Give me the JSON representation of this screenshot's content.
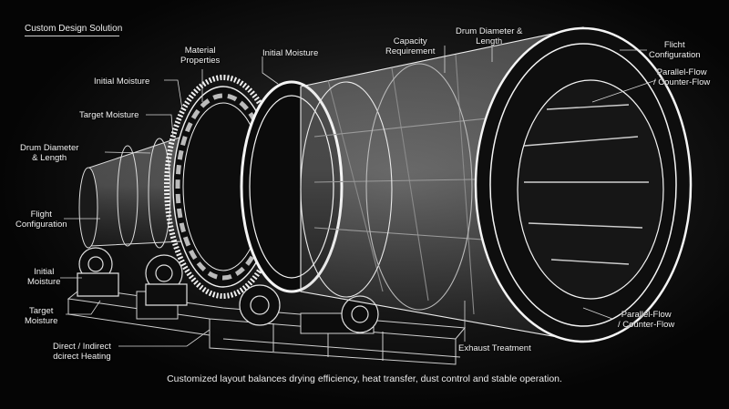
{
  "title": "Custom Design Solution",
  "caption": "Customized layout balances drying efficiency, heat transfer, dust control and stable operation.",
  "labels": {
    "material_properties": [
      "Material",
      "Properties"
    ],
    "initial_moisture_top": [
      "Initial Moisture"
    ],
    "capacity_requirement": [
      "Capacity",
      "Requirement"
    ],
    "drum_diameter_top": [
      "Drum Diameter &",
      "Length"
    ],
    "flight_config_top": [
      "Flicht",
      "Configuration"
    ],
    "parallel_flow_top": [
      "Parallel-Flow",
      "/ Counter-Flow"
    ],
    "initial_moisture_left": [
      "Initial Moisture"
    ],
    "target_moisture_left": [
      "Target Moisture"
    ],
    "drum_diameter_left": [
      "Drum Diameter",
      "& Length"
    ],
    "flight_config_left": [
      "Flight",
      "Configuration"
    ],
    "initial_moisture_bottom": [
      "Initial",
      "Moisture"
    ],
    "target_moisture_bottom": [
      "Target",
      "Moisture"
    ],
    "heating_bottom": [
      "Direct / Indirect",
      "dcirect Heating"
    ],
    "exhaust_treatment": [
      "Exhaust Treatment"
    ],
    "parallel_flow_bottom": [
      "Parallel-Flow",
      "/ Counter-Flow"
    ]
  },
  "colors": {
    "background": "#050505",
    "line": "#e6e6e6",
    "glow": "#ffffff",
    "dim": "#9a9a9a"
  }
}
